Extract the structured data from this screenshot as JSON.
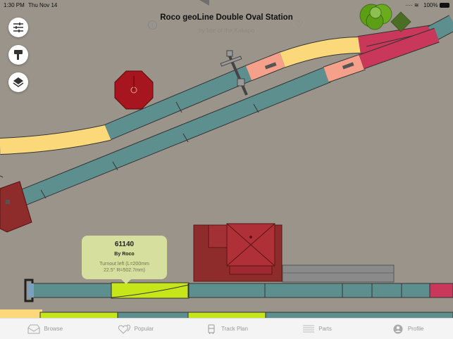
{
  "status_bar": {
    "time": "1:30 PM",
    "date": "Thu Nov 14",
    "battery": "100%"
  },
  "header": {
    "title": "Roco geoLine Double Oval Station",
    "subtitle": "by Isle of the Kakapo"
  },
  "toolbar": [
    {
      "icon": "sliders-icon"
    },
    {
      "icon": "paint-roller-icon"
    },
    {
      "icon": "layers-icon"
    }
  ],
  "tooltip": {
    "part_number": "61140",
    "manufacturer": "By Roco",
    "description_line1": "Turnout left  (L=200mm",
    "description_line2": "22.5° R=502.7mm)"
  },
  "colors": {
    "background": "#9a948b",
    "track_teal": "#5e8f8f",
    "track_yellow": "#fbd97a",
    "track_salmon": "#f5a08a",
    "track_crimson": "#c9385a",
    "track_selected": "#c6e619",
    "building": "#8e2b2b"
  },
  "tabs": [
    {
      "label": "Browse",
      "icon": "inbox-icon"
    },
    {
      "label": "Popular",
      "icon": "hearts-icon"
    },
    {
      "label": "Track Plan",
      "icon": "train-icon"
    },
    {
      "label": "Parts",
      "icon": "list-icon"
    },
    {
      "label": "Profile",
      "icon": "person-icon"
    }
  ]
}
